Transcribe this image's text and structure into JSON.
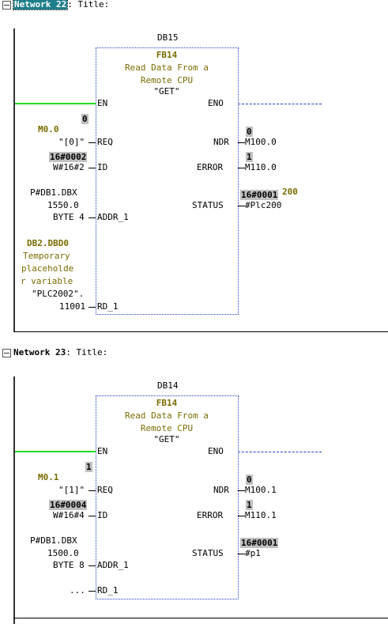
{
  "networks": [
    {
      "label": "Network 22",
      "title_label": ": Title:",
      "db": "DB15",
      "fb": "FB14",
      "desc": [
        "Read Data From a",
        "Remote CPU"
      ],
      "sym": "\"GET\"",
      "pin_en": "EN",
      "pin_eno": "ENO",
      "req_val": "0",
      "req_addr": "M0.0",
      "req_sym": "\"[0]\"",
      "pin_req": "REQ",
      "id_val": "16#0002",
      "id_const": "W#16#2",
      "pin_id": "ID",
      "addr_lines": [
        "P#DB1.DBX",
        "1550.0",
        "BYTE 4"
      ],
      "pin_addr": "ADDR_1",
      "rd_addr": "DB2.DBD0",
      "rd_comment": [
        "Temporary",
        "placeholde",
        "r variable"
      ],
      "rd_sym": "\"PLC2002\".",
      "rd_tail": "11001",
      "pin_rd": "RD_1",
      "pin_ndr": "NDR",
      "ndr_val": "0",
      "ndr_addr": "M100.0",
      "pin_error": "ERROR",
      "error_val": "1",
      "error_addr": "M110.0",
      "pin_status": "STATUS",
      "status_val": "16#0001",
      "status_overlap": "200",
      "status_addr": "#Plc200"
    },
    {
      "label": "Network 23",
      "title_label": ": Title:",
      "db": "DB14",
      "fb": "FB14",
      "desc": [
        "Read Data From a",
        "Remote CPU"
      ],
      "sym": "\"GET\"",
      "pin_en": "EN",
      "pin_eno": "ENO",
      "req_val": "1",
      "req_addr": "M0.1",
      "req_sym": "\"[1]\"",
      "pin_req": "REQ",
      "id_val": "16#0004",
      "id_const": "W#16#4",
      "pin_id": "ID",
      "addr_lines": [
        "P#DB1.DBX",
        "1500.0",
        "BYTE 8"
      ],
      "pin_addr": "ADDR_1",
      "rd_ellipsis": "...",
      "pin_rd": "RD_1",
      "pin_ndr": "NDR",
      "ndr_val": "0",
      "ndr_addr": "M100.1",
      "pin_error": "ERROR",
      "error_val": "1",
      "error_addr": "M110.1",
      "pin_status": "STATUS",
      "status_val": "16#0001",
      "status_addr": "#p1"
    }
  ],
  "colors": {
    "power_flow": "#22dd22",
    "box_border": "#1f3fbf",
    "symbol_text": "#7a6b00",
    "value_bg": "#c0c0c0",
    "selection": "#1e7e8c"
  }
}
